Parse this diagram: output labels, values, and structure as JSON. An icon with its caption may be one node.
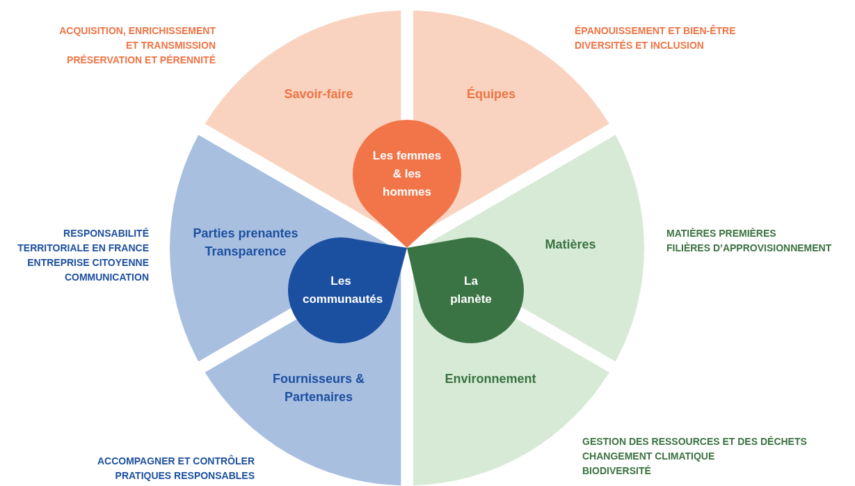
{
  "diagram": {
    "nodes": [
      {
        "text": [
          "Savoir-faire"
        ],
        "beside": [
          "ACQUISITION, ENRICHISSEMENT ET TRANSMISSION",
          "PRÉSERVATION ET PÉRENNITÉ"
        ]
      },
      {
        "text": [
          "Équipes"
        ],
        "beside": [
          "ÉPANOUISSEMENT ET BIEN-ÊTRE",
          "DIVERSITÉS ET INCLUSION"
        ]
      },
      {
        "text": [
          "Les femmes & les hommes"
        ]
      },
      {
        "text": [
          "Parties prenantes",
          "Transparence"
        ],
        "beside": [
          "RESPONSABILITÉ TERRITORIALE EN FRANCE",
          "ENTREPRISE CITOYENNE",
          "COMMUNICATION"
        ]
      },
      {
        "text": [
          "Matières"
        ],
        "beside": [
          "MATIÈRES PREMIÈRES",
          "FILIÈRES D’APPROVISIONNEMENT"
        ]
      },
      {
        "text": [
          "Les communautés"
        ]
      },
      {
        "text": [
          "La planète"
        ]
      },
      {
        "text": [
          "Fournisseurs & Partenaires"
        ],
        "beside": [
          "ACCOMPAGNER ET CONTRÔLER",
          "PRATIQUES RESPONSABLES"
        ]
      },
      {
        "text": [
          "Environnement"
        ],
        "beside": [
          "GESTION DES RESSOURCES ET DES DÉCHETS",
          "CHANGEMENT CLIMATIQUE",
          "BIODIVERSITÉ"
        ]
      }
    ]
  }
}
